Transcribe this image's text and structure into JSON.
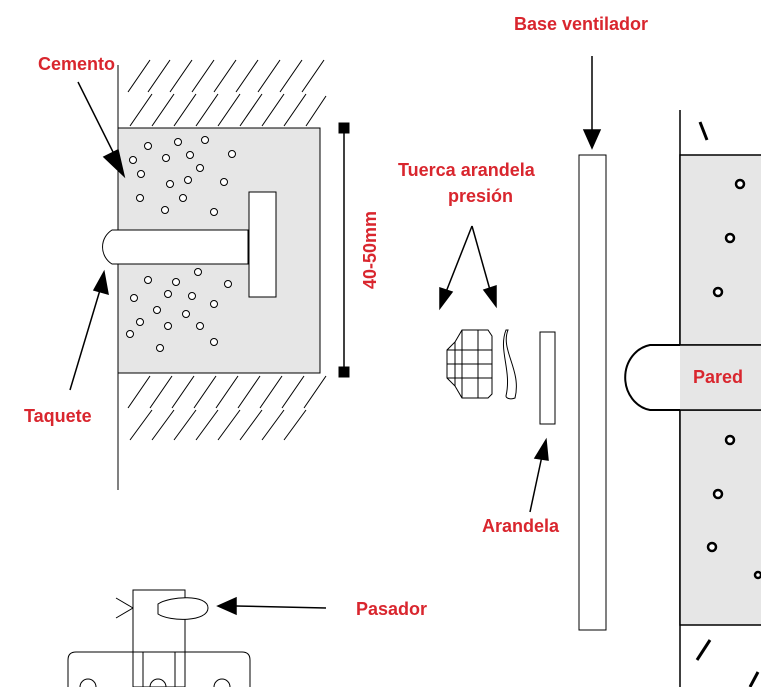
{
  "labels": {
    "cemento": "Cemento",
    "taquete": "Taquete",
    "dimension": "40-50mm",
    "tuerca_line1": "Tuerca arandela",
    "tuerca_line2": "presión",
    "base_ventilador": "Base ventilador",
    "arandela": "Arandela",
    "pared": "Pared",
    "pasador": "Pasador"
  },
  "colors": {
    "label": "#d9262e",
    "fill": "#e6e6e6",
    "line": "#000000"
  }
}
